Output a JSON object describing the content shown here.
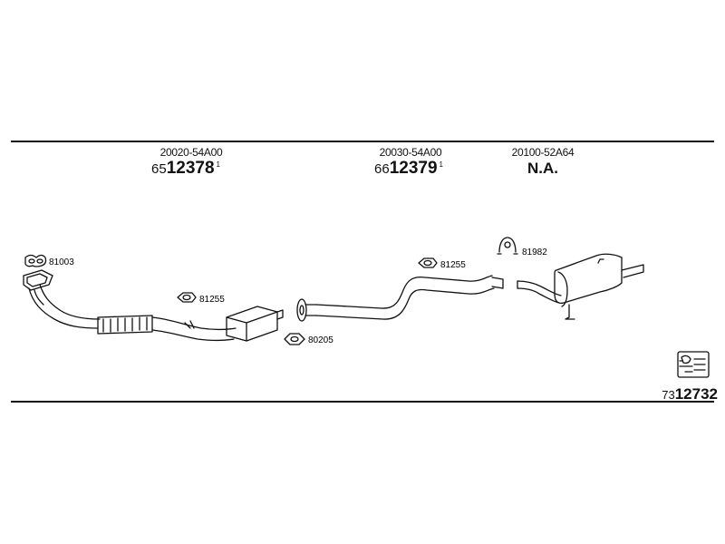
{
  "parts": [
    {
      "part_number": "20020-54A00",
      "cat_prefix": "65",
      "cat_main": "12378",
      "cat_sup": "1"
    },
    {
      "part_number": "20030-54A00",
      "cat_prefix": "66",
      "cat_main": "12379",
      "cat_sup": "1"
    },
    {
      "part_number": "20100-52A64",
      "na": "N.A."
    }
  ],
  "components": {
    "gasket_1": "81003",
    "clamp_1": "81255",
    "gasket_2": "80205",
    "clamp_2": "81255",
    "hanger": "81982"
  },
  "diagram_number": {
    "prefix": "73",
    "main": "12732"
  }
}
